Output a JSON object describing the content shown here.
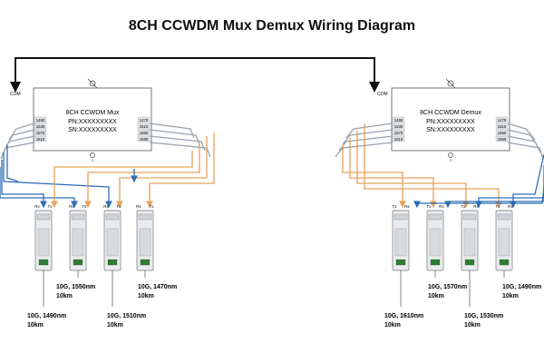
{
  "title": "8CH CCWDM Mux Demux Wiring Diagram",
  "colors": {
    "blue": "#2f6db5",
    "orange": "#e6a25c",
    "gray": "#9aa3ae",
    "line": "#111111"
  },
  "mux": {
    "name": "8CH CCWDM Mux",
    "pn": "PN:XXXXXXXXX",
    "sn": "SN:XXXXXXXXX",
    "com": "COM",
    "port_num": "1",
    "left_ports": [
      "1490",
      "1530",
      "1570",
      "1610"
    ],
    "right_ports": [
      "1470",
      "1510",
      "1550",
      "1590"
    ]
  },
  "demux": {
    "name": "8CH CCWDM Demux",
    "pn": "PN:XXXXXXXXX",
    "sn": "SN:XXXXXXXXX",
    "com": "COM",
    "port_num": "1",
    "left_ports": [
      "1490",
      "1530",
      "1570",
      "1610"
    ],
    "right_ports": [
      "1470",
      "1510",
      "1550",
      "1590"
    ]
  },
  "rx_label": "Rx",
  "tx_label": "Tx",
  "left_modules": [
    {
      "line1": "10G, 1490nm",
      "line2": "10km",
      "port_a": "Rx",
      "port_b": "Tx"
    },
    {
      "line1": "10G, 1550nm",
      "line2": "10km",
      "port_a": "Rx",
      "port_b": "Tx"
    },
    {
      "line1": "10G, 1510nm",
      "line2": "10km",
      "port_a": "Rx",
      "port_b": "Tx"
    },
    {
      "line1": "10G, 1470nm",
      "line2": "10km",
      "port_a": "Rx",
      "port_b": "Tx"
    }
  ],
  "right_modules": [
    {
      "line1": "10G, 1610nm",
      "line2": "10km",
      "port_a": "Tx",
      "port_b": "Rx"
    },
    {
      "line1": "10G, 1570nm",
      "line2": "10km",
      "port_a": "Tx",
      "port_b": "Rx"
    },
    {
      "line1": "10G, 1530nm",
      "line2": "10km",
      "port_a": "Tx",
      "port_b": "Rx"
    },
    {
      "line1": "10G, 1490nm",
      "line2": "10km",
      "port_a": "Tx",
      "port_b": "Rx"
    }
  ]
}
